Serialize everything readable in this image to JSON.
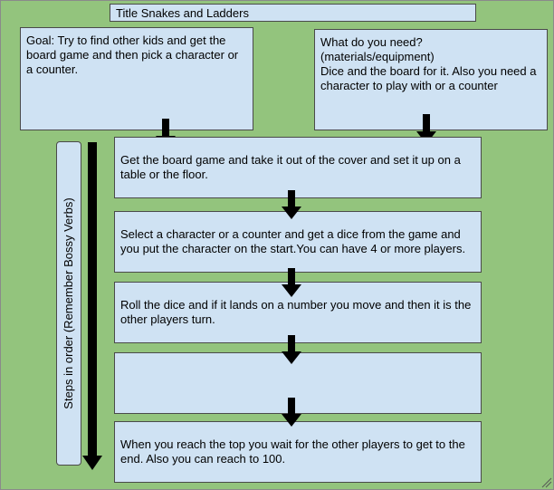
{
  "title": "Title Snakes and Ladders",
  "goal": "Goal: Try to find other kids and get the board game and then pick a character or a counter.",
  "need": {
    "line1": "What do you need?",
    "line2": "(materials/equipment)",
    "line3": "Dice and the board for it. Also you need a character to play with or a counter"
  },
  "steps_label": "Steps in order (Remember Bossy Verbs)",
  "steps": [
    "Get the board game and take it out of the cover and set it up on a table or the floor.",
    "Select a character or a counter and get a dice from the game and you put the character on the start.You can have 4 or more players.",
    "Roll the dice and if it lands on a number you move and then it is the other players turn.",
    "",
    "When you reach the top you wait for the other players to get to the end. Also you can reach to 100."
  ],
  "colors": {
    "background": "#93c47d",
    "box_fill": "#cfe2f3",
    "arrow": "#000000"
  },
  "icons": [
    "down-arrow-icon",
    "long-down-arrow-icon"
  ]
}
